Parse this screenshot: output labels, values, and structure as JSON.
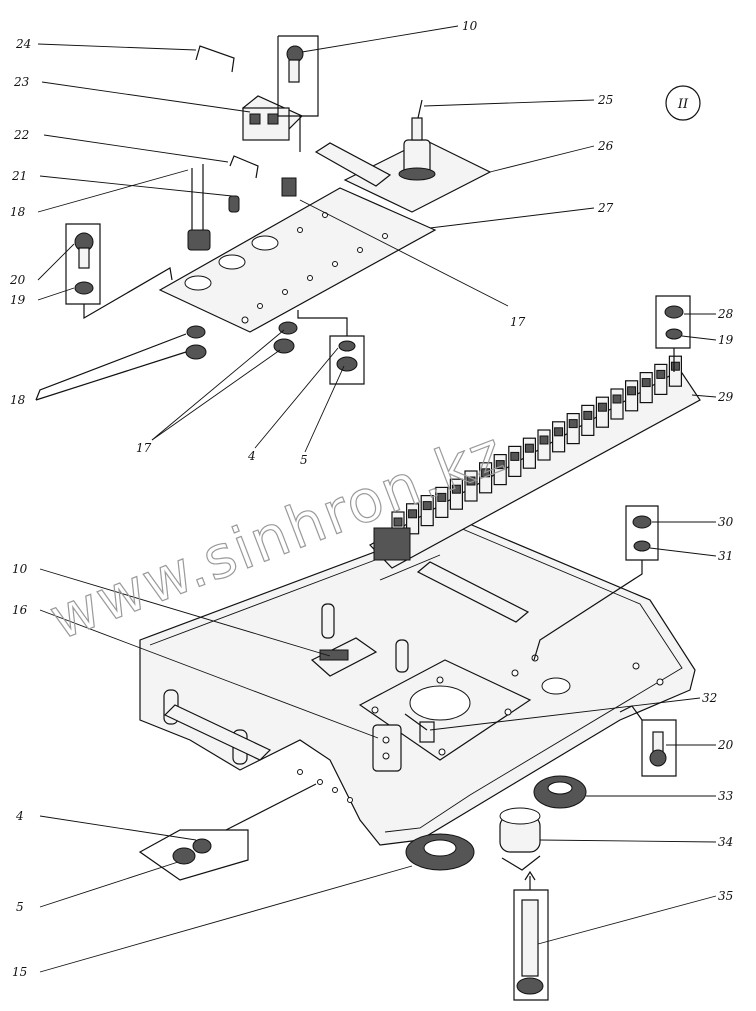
{
  "sheet_mark": "II",
  "watermark": "www.sinhron.kz",
  "callouts": [
    {
      "id": "c24a",
      "text": "24"
    },
    {
      "id": "c23a",
      "text": "23"
    },
    {
      "id": "c22a",
      "text": "22"
    },
    {
      "id": "c21a",
      "text": "21"
    },
    {
      "id": "c18a",
      "text": "18"
    },
    {
      "id": "c20a",
      "text": "20"
    },
    {
      "id": "c19a",
      "text": "19"
    },
    {
      "id": "c18b",
      "text": "18"
    },
    {
      "id": "c17a",
      "text": "17"
    },
    {
      "id": "c4a",
      "text": "4"
    },
    {
      "id": "c5a",
      "text": "5"
    },
    {
      "id": "c10a",
      "text": "10"
    },
    {
      "id": "c25a",
      "text": "25"
    },
    {
      "id": "c26a",
      "text": "26"
    },
    {
      "id": "c27a",
      "text": "27"
    },
    {
      "id": "c17b",
      "text": "17"
    },
    {
      "id": "c28a",
      "text": "28"
    },
    {
      "id": "c19b",
      "text": "19"
    },
    {
      "id": "c29a",
      "text": "29"
    },
    {
      "id": "c30a",
      "text": "30"
    },
    {
      "id": "c31a",
      "text": "31"
    },
    {
      "id": "c10b",
      "text": "10"
    },
    {
      "id": "c16a",
      "text": "16"
    },
    {
      "id": "c32a",
      "text": "32"
    },
    {
      "id": "c20b",
      "text": "20"
    },
    {
      "id": "c33a",
      "text": "33"
    },
    {
      "id": "c34a",
      "text": "34"
    },
    {
      "id": "c4b",
      "text": "4"
    },
    {
      "id": "c5b",
      "text": "5"
    },
    {
      "id": "c35a",
      "text": "35"
    },
    {
      "id": "c15a",
      "text": "15"
    }
  ]
}
